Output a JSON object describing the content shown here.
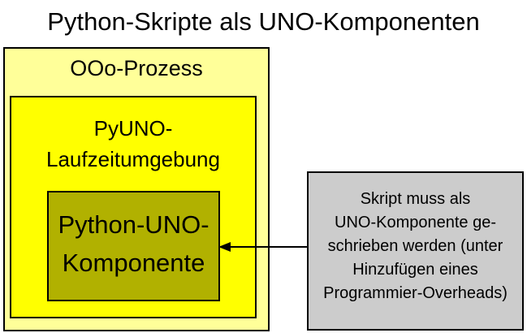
{
  "title": "Python-Skripte als UNO-Komponenten",
  "diagram": {
    "ooo_process": {
      "label": "OOo-Prozess",
      "fill": "#FFFF99",
      "border": "#000000"
    },
    "pyuno_runtime": {
      "label_line1": "PyUNO-",
      "label_line2": "Laufzeitumgebung",
      "fill": "#FFFF00",
      "border": "#000000"
    },
    "python_uno_component": {
      "label_line1": "Python-UNO-",
      "label_line2": "Komponente",
      "fill": "#B1B100",
      "border": "#000000"
    }
  },
  "annotation": {
    "fill": "#CCCCCC",
    "border": "#000000",
    "lines": [
      "Skript muss als",
      "UNO-Komponente ge-",
      "schrieben werden (unter",
      "Hinzufügen eines",
      "Programmier-Overheads)"
    ],
    "arrow_color": "#000000",
    "arrow_direction": "left",
    "arrow_target": "python_uno_component"
  }
}
